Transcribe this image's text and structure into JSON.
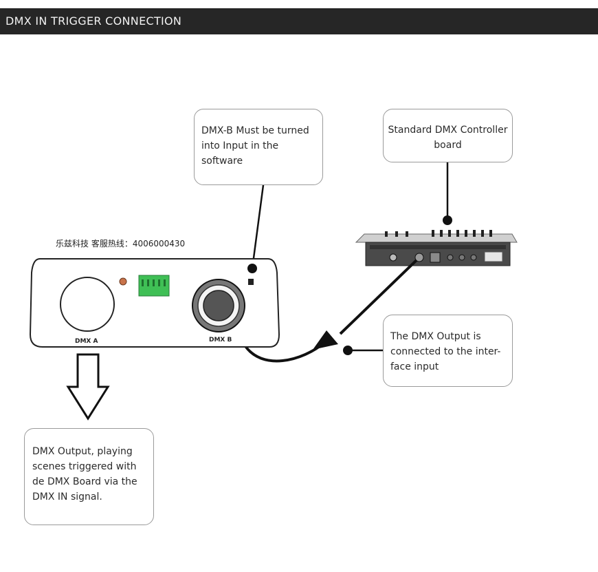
{
  "header": {
    "title": "DMX IN TRIGGER CONNECTION"
  },
  "brand_text": "乐兹科技 客服热线：4006000430",
  "device": {
    "port_a_label": "DMX A",
    "port_b_label": "DMX B"
  },
  "callouts": {
    "dmx_b_input": "DMX-B Must be turned into Input in the software",
    "controller": "Standard DMX Controller board",
    "dmx_output_connected": "The DMX Output is connected to the inter-face input",
    "dmx_output_playing": "DMX Output, playing scenes triggered with de DMX Board via the DMX IN signal."
  },
  "colors": {
    "header_bg": "#262626",
    "header_text": "#f2f2f2",
    "dip_switch": "#3fbf55",
    "callout_border": "#9a9a9a"
  }
}
